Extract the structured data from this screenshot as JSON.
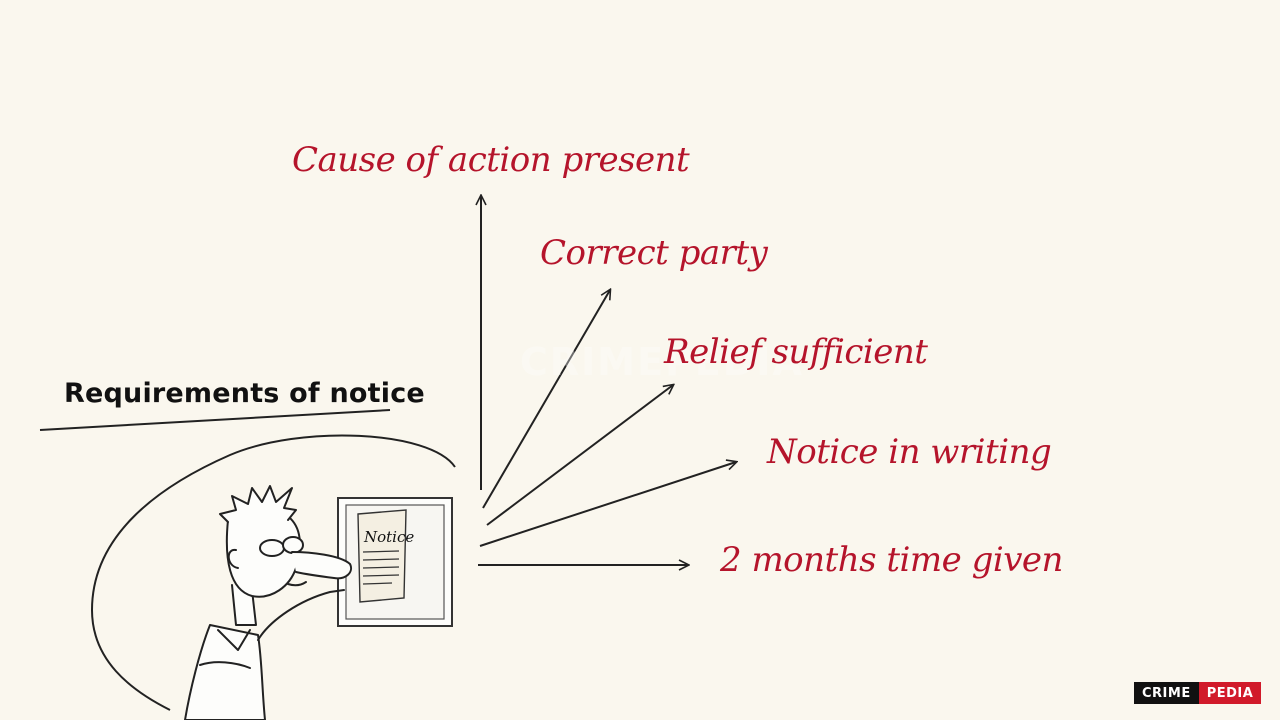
{
  "heading": "Requirements of notice",
  "requirements": [
    "Cause of action present",
    "Correct party",
    "Relief sufficient",
    "Notice in writing",
    "2 months time given"
  ],
  "notice_sign": "Notice",
  "watermark": "CRIMEPEDIA",
  "brand": {
    "part1": "CRIME",
    "part2": "PEDIA"
  },
  "colors": {
    "accent": "#b5142b",
    "background": "#faf7ee",
    "ink": "#111111"
  }
}
